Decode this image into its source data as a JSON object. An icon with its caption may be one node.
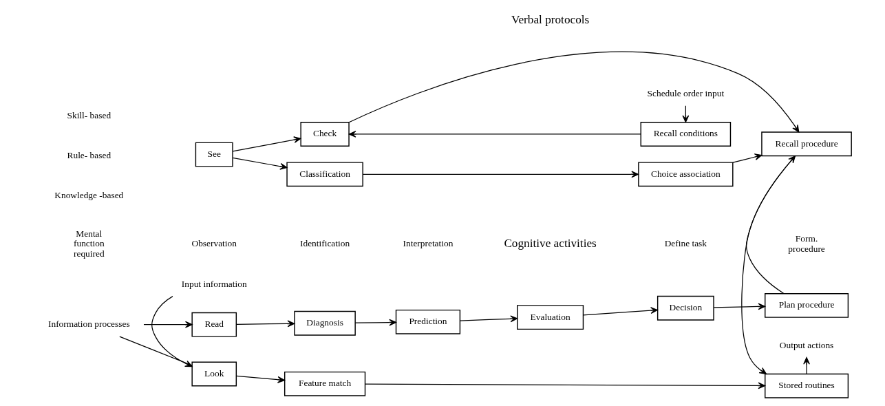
{
  "diagram": {
    "nodes": [
      {
        "text": [
          "Read"
        ]
      },
      {
        "text": [
          "Diagnosis"
        ]
      },
      {
        "text": [
          "Prediction"
        ]
      },
      {
        "text": [
          "Evaluation"
        ]
      },
      {
        "text": [
          "Decision"
        ]
      },
      {
        "text": [
          "Plan procedure"
        ]
      },
      {
        "text": [
          "See"
        ]
      },
      {
        "text": [
          "Classification"
        ]
      },
      {
        "text": [
          "Choice association"
        ]
      },
      {
        "text": [
          "Recall procedure"
        ]
      },
      {
        "text": [
          "Information processes"
        ]
      },
      {
        "text": [
          "Check"
        ]
      },
      {
        "text": [
          "Recall conditions"
        ]
      },
      {
        "text": [
          "Look"
        ]
      },
      {
        "text": [
          "Feature match"
        ]
      },
      {
        "text": [
          "Stored routines"
        ]
      },
      {
        "text": [
          "Input information"
        ]
      },
      {
        "text": [
          "Schedule order input"
        ]
      },
      {
        "text": [
          "Output actions"
        ]
      }
    ],
    "edges": [
      {
        "from": 10,
        "to": 0,
        "arrow": "to"
      },
      {
        "from": 10,
        "to": 13,
        "arrow": "none"
      },
      {
        "from": 0,
        "to": 1,
        "arrow": "to"
      },
      {
        "from": 1,
        "to": 2,
        "arrow": "to"
      },
      {
        "from": 2,
        "to": 3,
        "arrow": "to"
      },
      {
        "from": 3,
        "to": 4,
        "arrow": "to"
      },
      {
        "from": 4,
        "to": 5,
        "arrow": "to"
      },
      {
        "from": 5,
        "to": 9,
        "arrow": "to"
      },
      {
        "from": 6,
        "to": 7,
        "arrow": "to"
      },
      {
        "from": 6,
        "to": 11,
        "arrow": "to"
      },
      {
        "from": 7,
        "to": 8,
        "arrow": "to"
      },
      {
        "from": 8,
        "to": 9,
        "arrow": "to"
      },
      {
        "from": 11,
        "to": 9,
        "arrow": "to"
      },
      {
        "from": 12,
        "to": 11,
        "arrow": "to"
      },
      {
        "from": 17,
        "to": 12,
        "arrow": "to"
      },
      {
        "from": 16,
        "to": 13,
        "arrow": "to"
      },
      {
        "from": 13,
        "to": 14,
        "arrow": "to"
      },
      {
        "from": 14,
        "to": 15,
        "arrow": "to"
      },
      {
        "from": 9,
        "to": 15,
        "arrow": "to"
      },
      {
        "from": 15,
        "to": 18,
        "arrow": "to"
      }
    ],
    "labels": [
      "Mental function required",
      "Observation",
      "Identification",
      "Cognitive activities",
      "Interpretation",
      "Define task",
      "Form. procedure",
      "Knowledge -based",
      "Rule- based",
      "Skill- based",
      "Verbal protocols"
    ]
  }
}
